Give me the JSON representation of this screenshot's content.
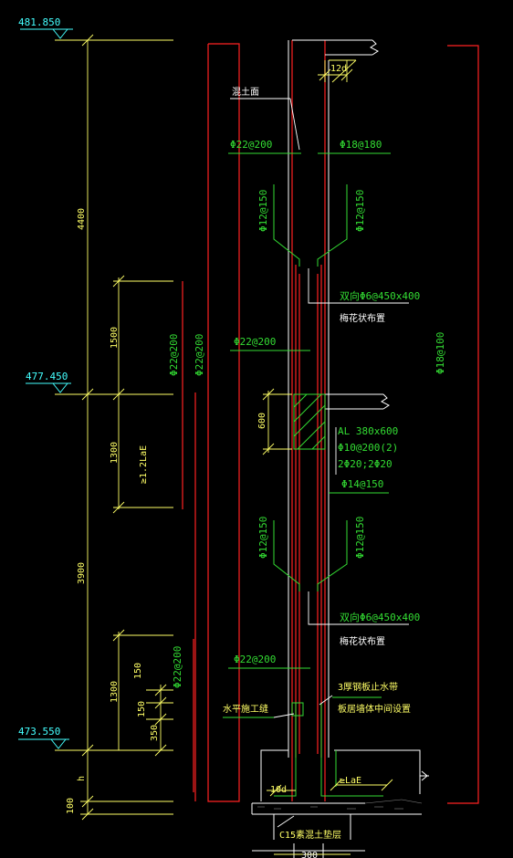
{
  "elevations": {
    "top": "481.850",
    "middle": "477.450",
    "bottom": "473.550"
  },
  "dimensions": {
    "upper_floor": "4400",
    "lower_floor": "3900",
    "lap_upper": "1500",
    "lap_mid": "1300",
    "lap_lower": "1300",
    "d150": "150",
    "d350": "350",
    "h": "h",
    "d100": "100",
    "d600": "600",
    "d12d": "12d",
    "d10d": "10d",
    "lae": "≥1.2LaE",
    "lae_bottom": "≥LaE",
    "base_width": "300"
  },
  "rebar": {
    "right_long": "Φ18@100",
    "left_long_a": "Φ22@200",
    "left_long_b": "Φ22@200",
    "left_long_c": "Φ22@200",
    "r_22_top": "Φ22@200",
    "r_18_top": "Φ18@180",
    "r_12_1": "Φ12@150",
    "r_12_2": "Φ12@150",
    "r_12_3": "Φ12@150",
    "r_12_4": "Φ12@150",
    "tie_upper": "双向Φ6@450x400",
    "tie_upper_note": "梅花状布置",
    "r_22_mid": "Φ22@200",
    "tie_lower": "双向Φ6@450x400",
    "tie_lower_note": "梅花状布置",
    "r_22_low": "Φ22@200",
    "r_22_low_side": "Φ22@200"
  },
  "beam": {
    "name": "AL 380x600",
    "stirrup": "Φ10@200(2)",
    "bars": "2Φ20;2Φ20",
    "side": "Φ14@150"
  },
  "notes": {
    "top_surface": "混土面",
    "water_stop": "3厚钢板止水带",
    "water_stop_note": "板居墙体中间设置",
    "construction_joint": "水平施工缝",
    "base": "C15素混土垫层"
  },
  "colors": {
    "line_red": "#ff2222",
    "dim_yellow": "#ffff66",
    "text_green": "#33dd33",
    "text_white": "#ffffff",
    "cyan": "#44ffff"
  }
}
